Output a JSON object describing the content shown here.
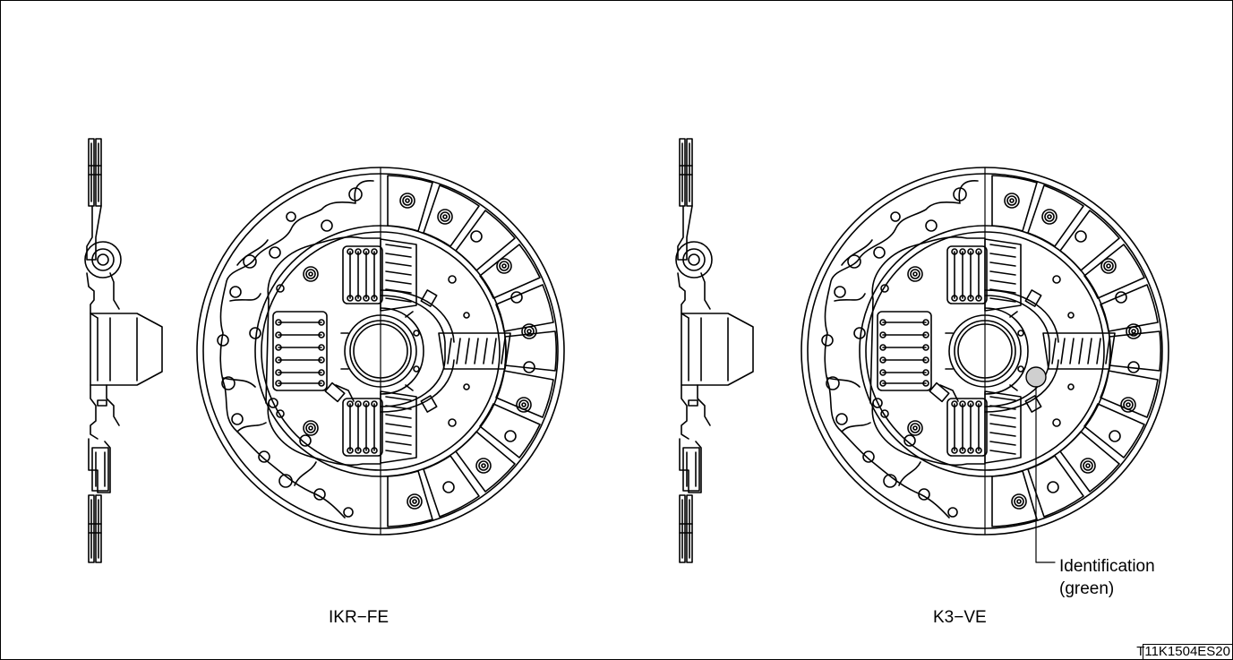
{
  "labels": {
    "left_model": "IKR−FE",
    "right_model": "K3−VE",
    "identification_line1": "Identification",
    "identification_line2": "(green)",
    "figure_code": "T11K1504ES20"
  },
  "colors": {
    "line": "#000000",
    "background": "#ffffff",
    "identification_mark": "#cfcfcf"
  }
}
